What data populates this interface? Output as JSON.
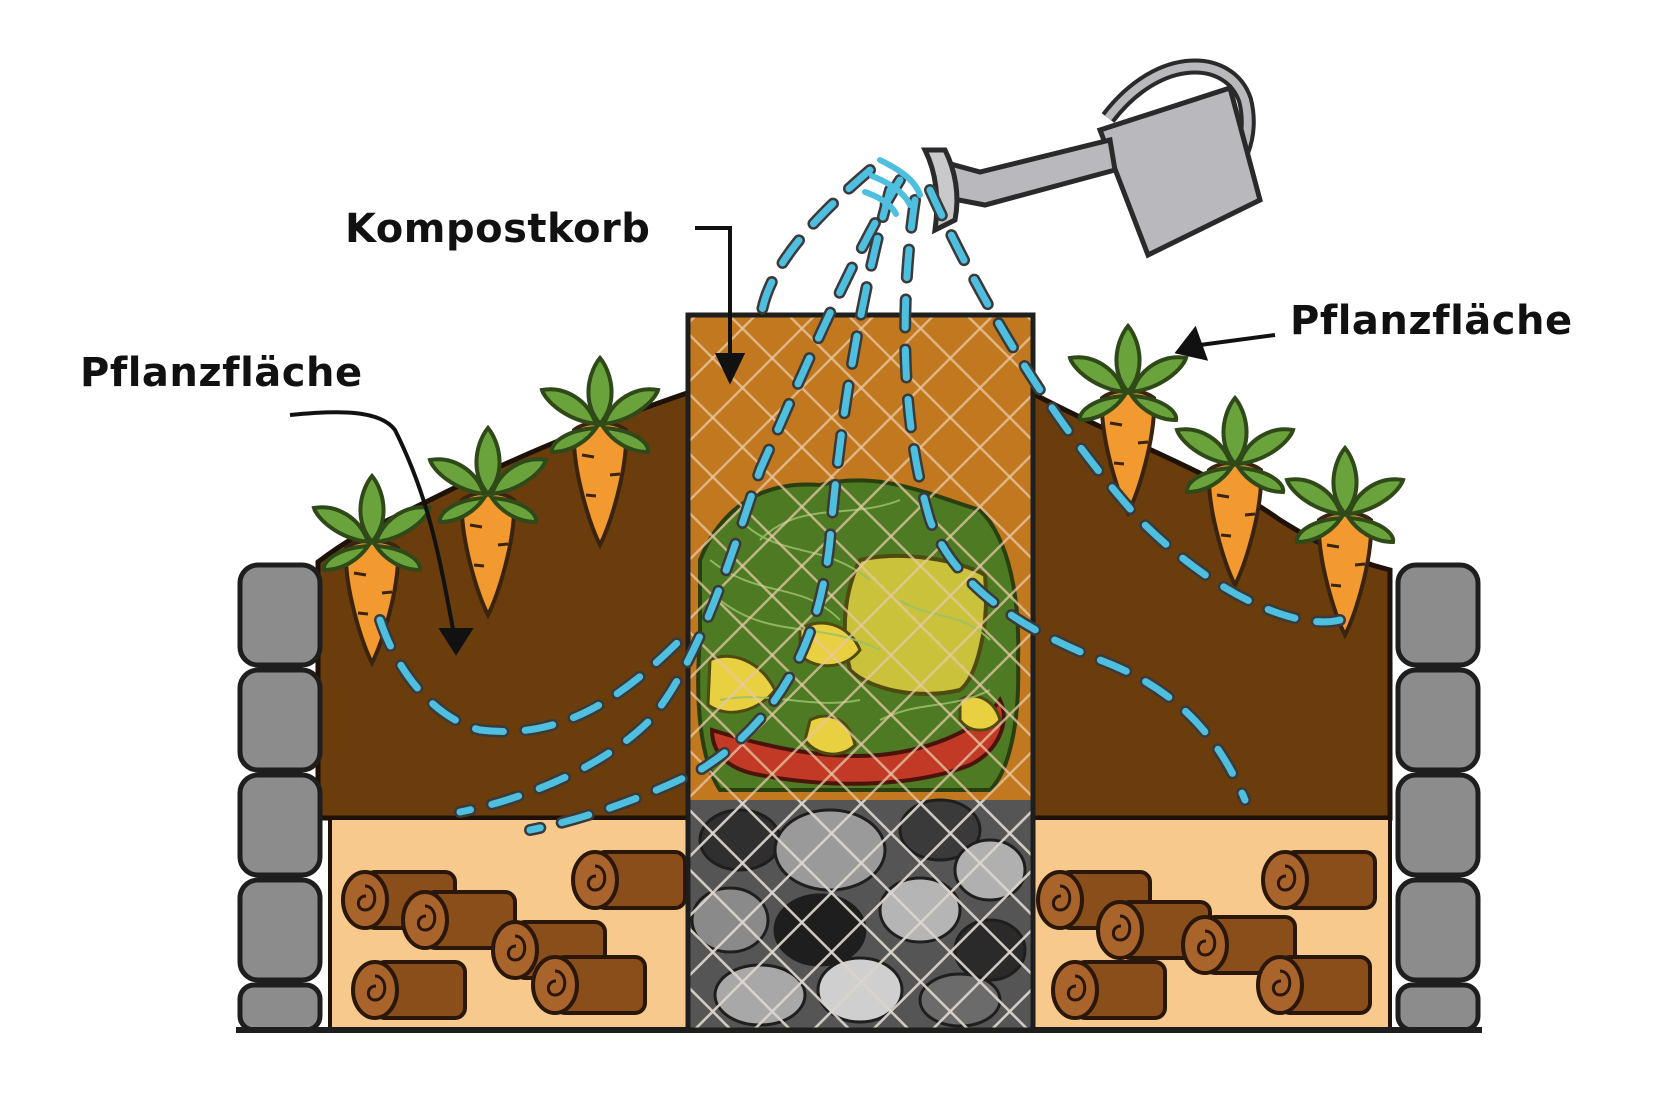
{
  "labels": {
    "compost_basket": "Kompostkorb",
    "planting_area_left": "Pflanzfläche",
    "planting_area_right": "Pflanzfläche"
  },
  "colors": {
    "soil": "#6b3c0c",
    "sand": "#f7c98d",
    "stone": "#8c8c8c",
    "carrot": "#f29a30",
    "leaf": "#6aa23c",
    "water": "#4fbfe0",
    "basket_fill": "#c2781e",
    "can": "#b9b9bd",
    "outline": "#2a2a2a"
  },
  "icons": [
    "watering-can-icon",
    "carrot-icon",
    "wood-log-icon",
    "stone-icon",
    "arrow-icon"
  ]
}
